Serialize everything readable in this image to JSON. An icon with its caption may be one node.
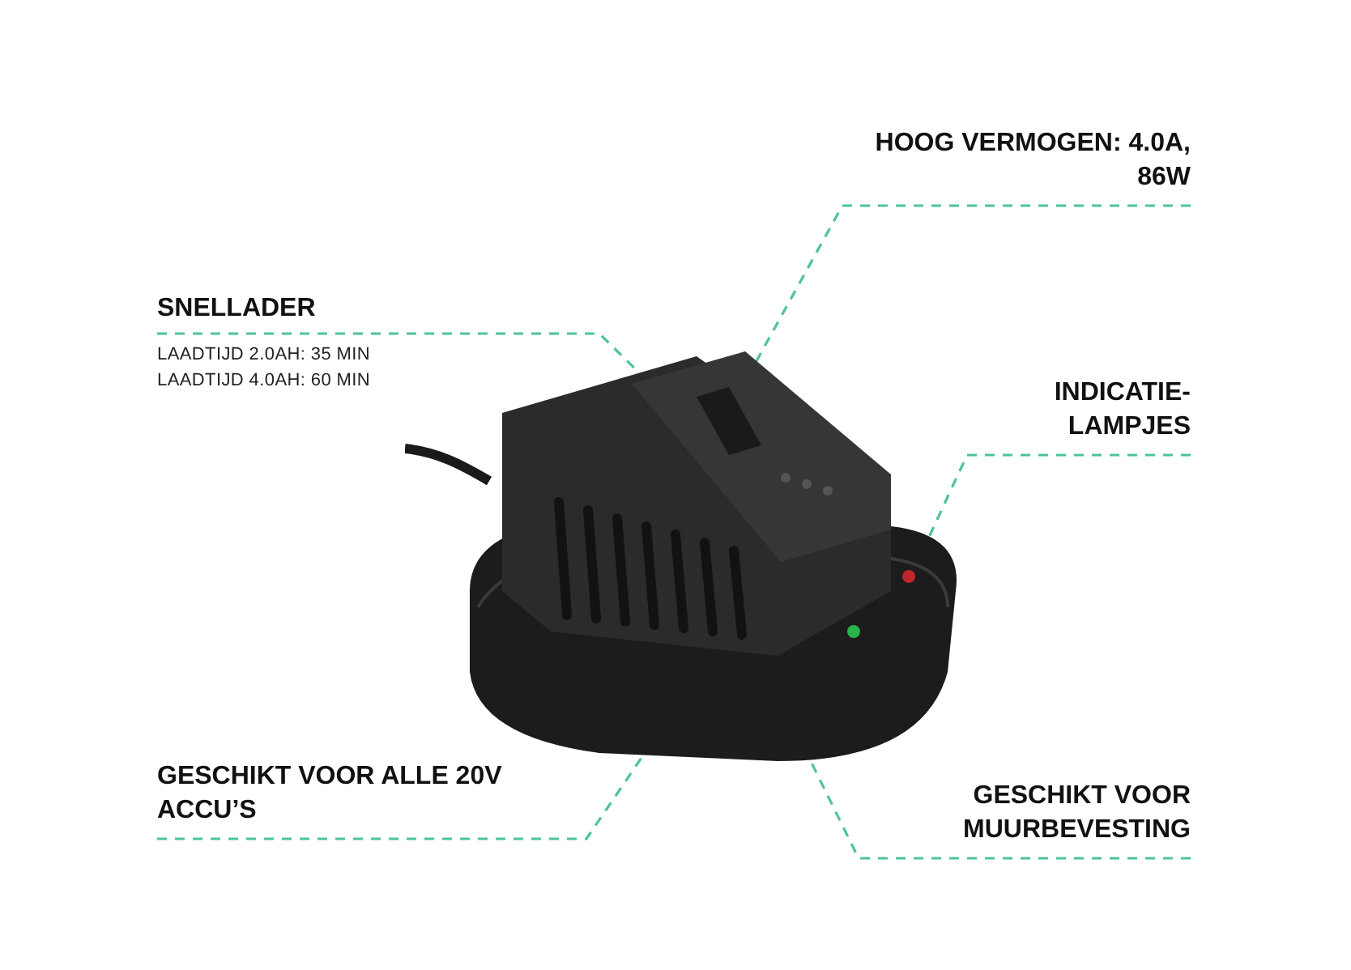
{
  "diagram": {
    "nodes": [
      {
        "text": [
          "HOOG VERMOGEN: 4.0A, 86W"
        ]
      },
      {
        "text": [
          "SNELLADER",
          "LAADTIJD 2.0AH: 35 MIN",
          "LAADTIJD 4.0AH: 60 MIN"
        ]
      },
      {
        "text": [
          "INDICATIE- LAMPJES"
        ]
      },
      {
        "text": [
          "GESCHIKT VOOR ALLE 20V ACCU’S"
        ]
      },
      {
        "text": [
          "GESCHIKT VOOR MUURBEVESTING"
        ]
      },
      {
        "text": [],
        "shape": "picture"
      }
    ],
    "edges": [
      {
        "from": 0,
        "to": 5,
        "arrow": "none",
        "style": "dashed"
      },
      {
        "from": 1,
        "to": 5,
        "arrow": "none",
        "style": "dashed"
      },
      {
        "from": 2,
        "to": 5,
        "arrow": "none",
        "style": "dashed"
      },
      {
        "from": 3,
        "to": 5,
        "arrow": "none",
        "style": "dashed"
      },
      {
        "from": 4,
        "to": 5,
        "arrow": "none",
        "style": "dashed"
      }
    ]
  }
}
